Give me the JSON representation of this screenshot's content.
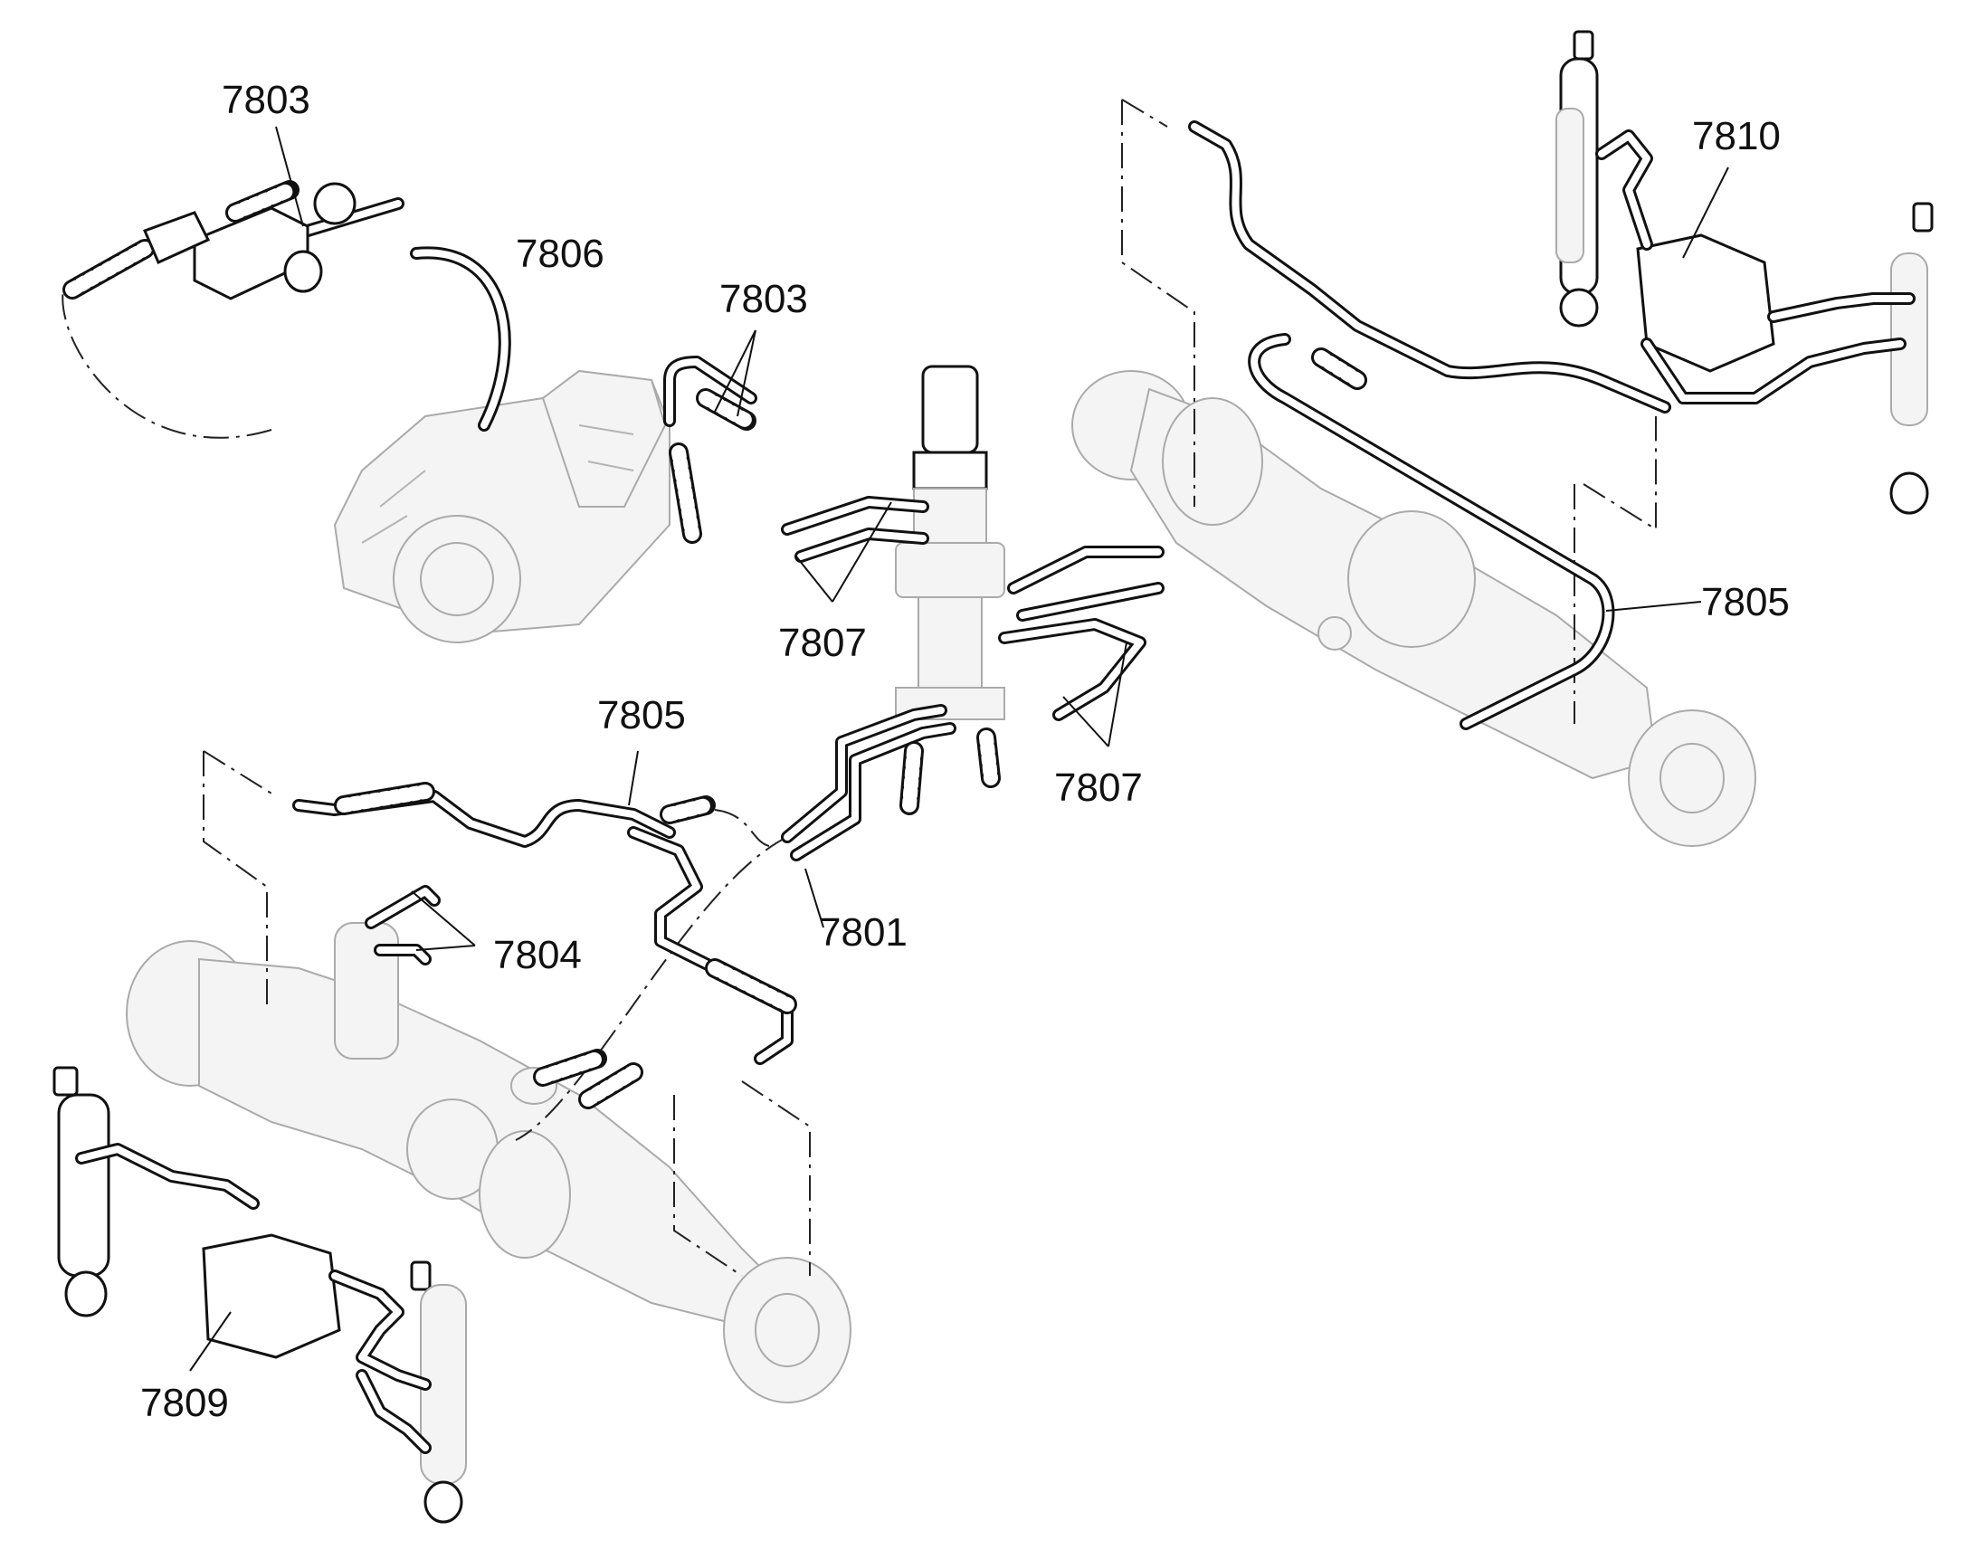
{
  "diagram": {
    "callouts": [
      {
        "id": "callout-7803-top",
        "text": "7803"
      },
      {
        "id": "callout-7806",
        "text": "7806"
      },
      {
        "id": "callout-7803-mid",
        "text": "7803"
      },
      {
        "id": "callout-7810",
        "text": "7810"
      },
      {
        "id": "callout-7807-left",
        "text": "7807"
      },
      {
        "id": "callout-7805-right",
        "text": "7805"
      },
      {
        "id": "callout-7805-left",
        "text": "7805"
      },
      {
        "id": "callout-7807-right",
        "text": "7807"
      },
      {
        "id": "callout-7801",
        "text": "7801"
      },
      {
        "id": "callout-7804",
        "text": "7804"
      },
      {
        "id": "callout-7809",
        "text": "7809"
      }
    ]
  }
}
